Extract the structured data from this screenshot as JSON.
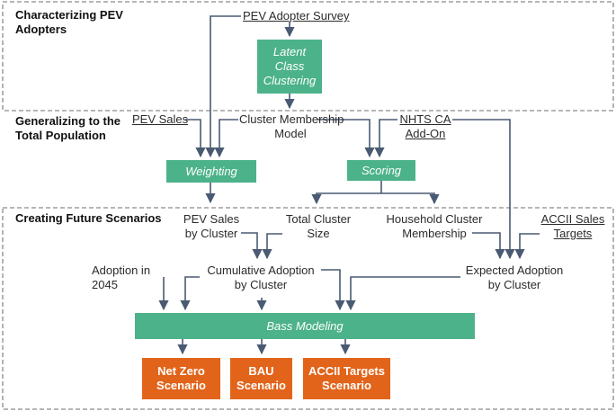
{
  "sections": {
    "characterizing": "Characterizing PEV\nAdopters",
    "generalizing": "Generalizing to the\nTotal Population",
    "creating": "Creating Future Scenarios"
  },
  "labels": {
    "pev_adopter_survey": "PEV Adopter Survey",
    "pev_sales": "PEV Sales",
    "cluster_membership_model": "Cluster Membership\nModel",
    "nhts_ca_addon": "NHTS CA\nAdd-On",
    "pev_sales_by_cluster": "PEV Sales\nby Cluster",
    "total_cluster_size": "Total Cluster\nSize",
    "household_cluster_membership": "Household Cluster\nMembership",
    "accii_sales_targets": "ACCII Sales\nTargets",
    "adoption_in_2045": "Adoption in\n2045",
    "cumulative_adoption_by_cluster": "Cumulative Adoption\nby Cluster",
    "expected_adoption_by_cluster": "Expected Adoption\nby Cluster"
  },
  "process_boxes": {
    "latent_class_clustering": "Latent\nClass\nClustering",
    "weighting": "Weighting",
    "scoring": "Scoring",
    "bass_modeling": "Bass Modeling"
  },
  "scenarios": {
    "net_zero": "Net Zero\nScenario",
    "bau": "BAU\nScenario",
    "accii_targets": "ACCII Targets\nScenario"
  },
  "colors": {
    "process_green": "#4cb28a",
    "scenario_orange": "#e2641a",
    "arrow": "#4a5a72",
    "dashed_border": "#8a8a8a"
  }
}
